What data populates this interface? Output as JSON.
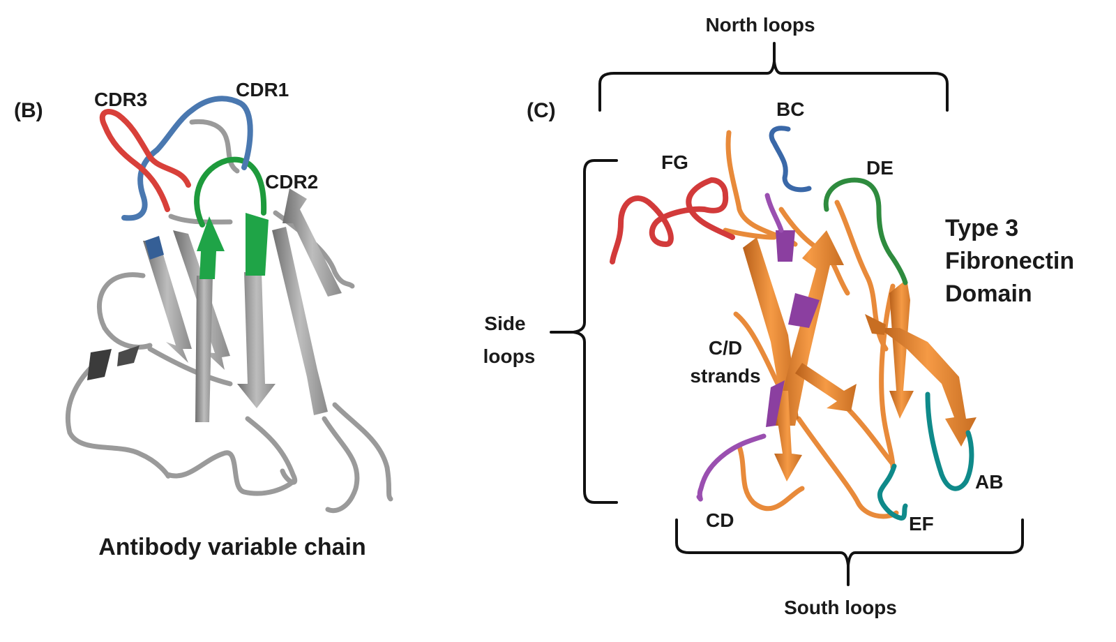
{
  "panel_b": {
    "label": "(B)",
    "caption": "Antibody variable chain",
    "loops": {
      "cdr1": "CDR1",
      "cdr2": "CDR2",
      "cdr3": "CDR3"
    },
    "colors": {
      "cdr1": "#4a78b0",
      "cdr2": "#1e9a3c",
      "cdr3": "#d8403a",
      "strand": "#a8a8a8",
      "strand_dark": "#707070"
    }
  },
  "panel_c": {
    "label": "(C)",
    "title_lines": [
      "Type 3",
      "Fibronectin",
      "Domain"
    ],
    "north_label": "North loops",
    "south_label": "South loops",
    "side_label_lines": [
      "Side",
      "loops"
    ],
    "strands_label_lines": [
      "C/D",
      "strands"
    ],
    "loops": {
      "bc": "BC",
      "de": "DE",
      "fg": "FG",
      "cd": "CD",
      "ef": "EF",
      "ab": "AB"
    },
    "colors": {
      "bc": "#3a68a8",
      "de": "#2e8b3e",
      "fg": "#d23a3a",
      "cd": "#9a4fb0",
      "ef": "#0f8a8a",
      "ab": "#0f8a8a",
      "strand": "#f08a30",
      "strand_dark": "#b8601a",
      "cd_strand": "#8b3fa0"
    }
  }
}
